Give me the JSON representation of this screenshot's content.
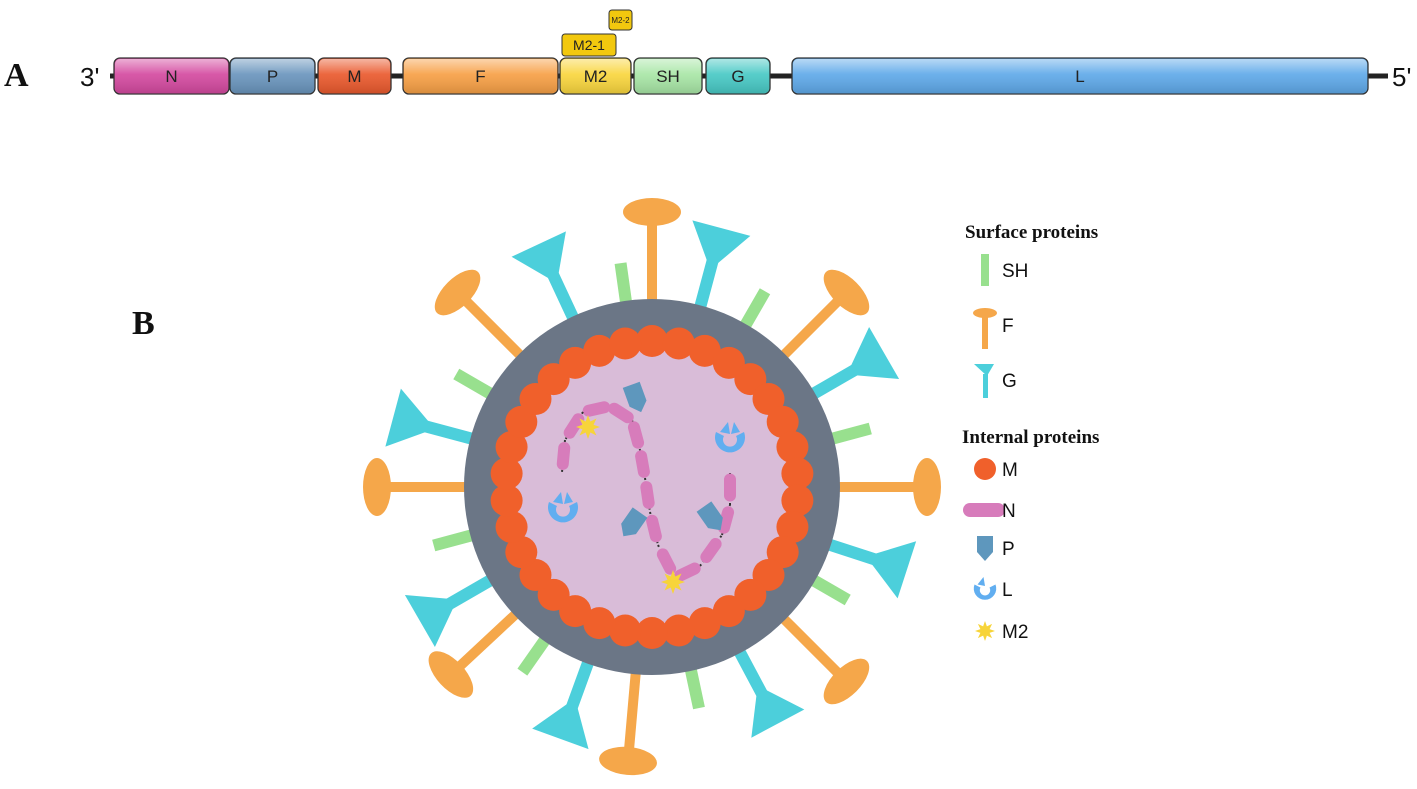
{
  "panel_a": {
    "label": "A",
    "left_end": "3'",
    "right_end": "5'",
    "genes": [
      {
        "name": "N",
        "color": "#d44aa0"
      },
      {
        "name": "P",
        "color": "#6a95bd"
      },
      {
        "name": "M",
        "color": "#ea5a2e"
      },
      {
        "name": "F",
        "color": "#f7a046"
      },
      {
        "name": "M2",
        "color": "#f9d63e"
      },
      {
        "name": "SH",
        "color": "#a8e6a6"
      },
      {
        "name": "G",
        "color": "#48c9c5"
      },
      {
        "name": "L",
        "color": "#5fa9e9"
      }
    ],
    "orfs": [
      {
        "name": "M2-1",
        "color": "#f2c80e"
      },
      {
        "name": "M2-2",
        "color": "#f2c80e"
      }
    ]
  },
  "panel_b": {
    "label": "B",
    "colors": {
      "envelope": "#6b7686",
      "interior": "#d9bcd8",
      "matrix": "#f0602b",
      "nucleoprotein": "#d77cbb",
      "phosphoprotein": "#5e97bd",
      "polymerase": "#61aef0",
      "m2": "#f7d43a",
      "sh": "#98e08e",
      "f": "#f5a74a",
      "g": "#4ccfdb"
    }
  },
  "legend": {
    "surface_title": "Surface proteins",
    "surface_items": [
      {
        "label": "SH",
        "icon": "sh-bar-icon"
      },
      {
        "label": "F",
        "icon": "f-pin-icon"
      },
      {
        "label": "G",
        "icon": "g-funnel-icon"
      }
    ],
    "internal_title": "Internal proteins",
    "internal_items": [
      {
        "label": "M",
        "icon": "m-circle-icon"
      },
      {
        "label": "N",
        "icon": "n-capsule-icon"
      },
      {
        "label": "P",
        "icon": "p-shield-icon"
      },
      {
        "label": "L",
        "icon": "l-crescent-icon"
      },
      {
        "label": "M2",
        "icon": "m2-star-icon"
      }
    ]
  }
}
